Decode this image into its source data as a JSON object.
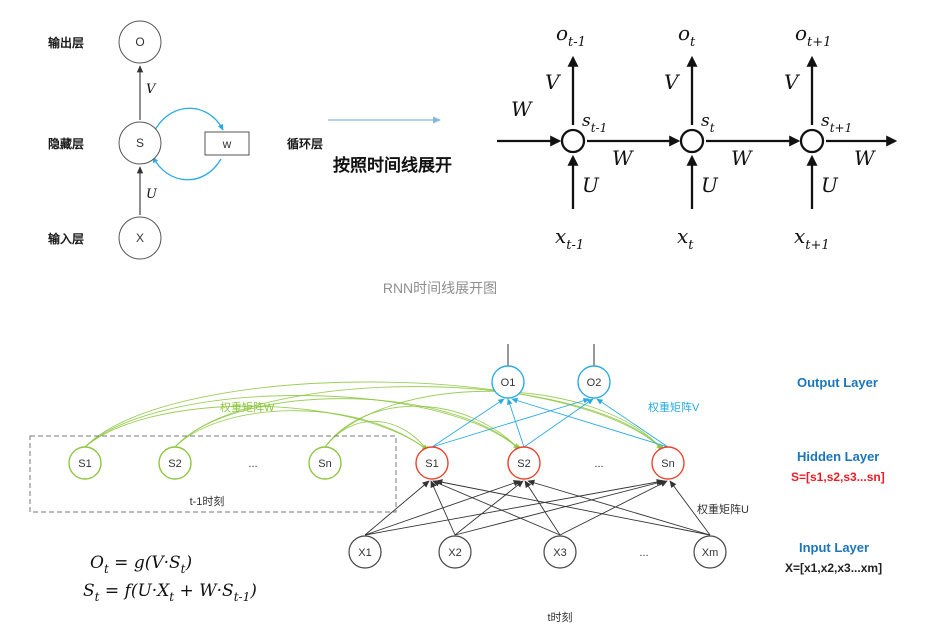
{
  "colors": {
    "light_blue": "#29abe2",
    "deep_blue": "#1b75bb",
    "red_stroke": "#e8432d",
    "red_text": "#ed1c24",
    "green": "#8cc63f",
    "gray_caption": "#8f8f8f"
  },
  "fold": {
    "output_layer": "输出层",
    "hidden_layer": "隐藏层",
    "input_layer": "输入层",
    "recurrent_layer": "循环层",
    "node_o": "O",
    "node_s": "S",
    "node_x": "X",
    "node_w": "w",
    "edge_v": "V",
    "edge_u": "U"
  },
  "unfold_caption": "按照时间线展开",
  "figure_caption": "RNN时间线展开图",
  "unfolded": {
    "w_in": "W",
    "units": [
      {
        "o": "o",
        "o_sub": "t-1",
        "v": "V",
        "s": "s",
        "s_sub": "t-1",
        "u": "U",
        "x": "x",
        "x_sub": "t-1",
        "w_out": "W"
      },
      {
        "o": "o",
        "o_sub": "t",
        "v": "V",
        "s": "s",
        "s_sub": "t",
        "u": "U",
        "x": "x",
        "x_sub": "t",
        "w_out": "W"
      },
      {
        "o": "o",
        "o_sub": "t+1",
        "v": "V",
        "s": "s",
        "s_sub": "t+1",
        "u": "U",
        "x": "x",
        "x_sub": "t+1",
        "w_out": "W"
      }
    ]
  },
  "network": {
    "output": {
      "nodes": [
        "O1",
        "O2"
      ]
    },
    "hidden": {
      "nodes": [
        "S1",
        "S2",
        "...",
        "Sn"
      ]
    },
    "prev_block": {
      "nodes": [
        "S1",
        "S2",
        "...",
        "Sn"
      ],
      "label": "t-1时刻"
    },
    "input": {
      "nodes": [
        "X1",
        "X2",
        "X3",
        "...",
        "Xm"
      ]
    },
    "weight_w_label": "权重矩阵W",
    "weight_v_label": "权重矩阵V",
    "weight_u_label": "权重矩阵U",
    "time_label": "t时刻",
    "right_labels": {
      "output": "Output Layer",
      "hidden": "Hidden Layer",
      "hidden_vector": "S=[s1,s2,s3...sn]",
      "input": "Input Layer",
      "input_vector": "X=[x1,x2,x3...xm]"
    }
  },
  "formulas": {
    "f1": {
      "lhs": "O",
      "lhs_sub": "t",
      "mid": " = g(V·S",
      "mid_sub": "t",
      "end": ")"
    },
    "f2": {
      "lhs": "S",
      "lhs_sub": "t",
      "mid": " = f(U·X",
      "mid_sub": "t",
      "mid2": " + W·S",
      "mid2_sub": "t-1",
      "end": ")"
    }
  }
}
